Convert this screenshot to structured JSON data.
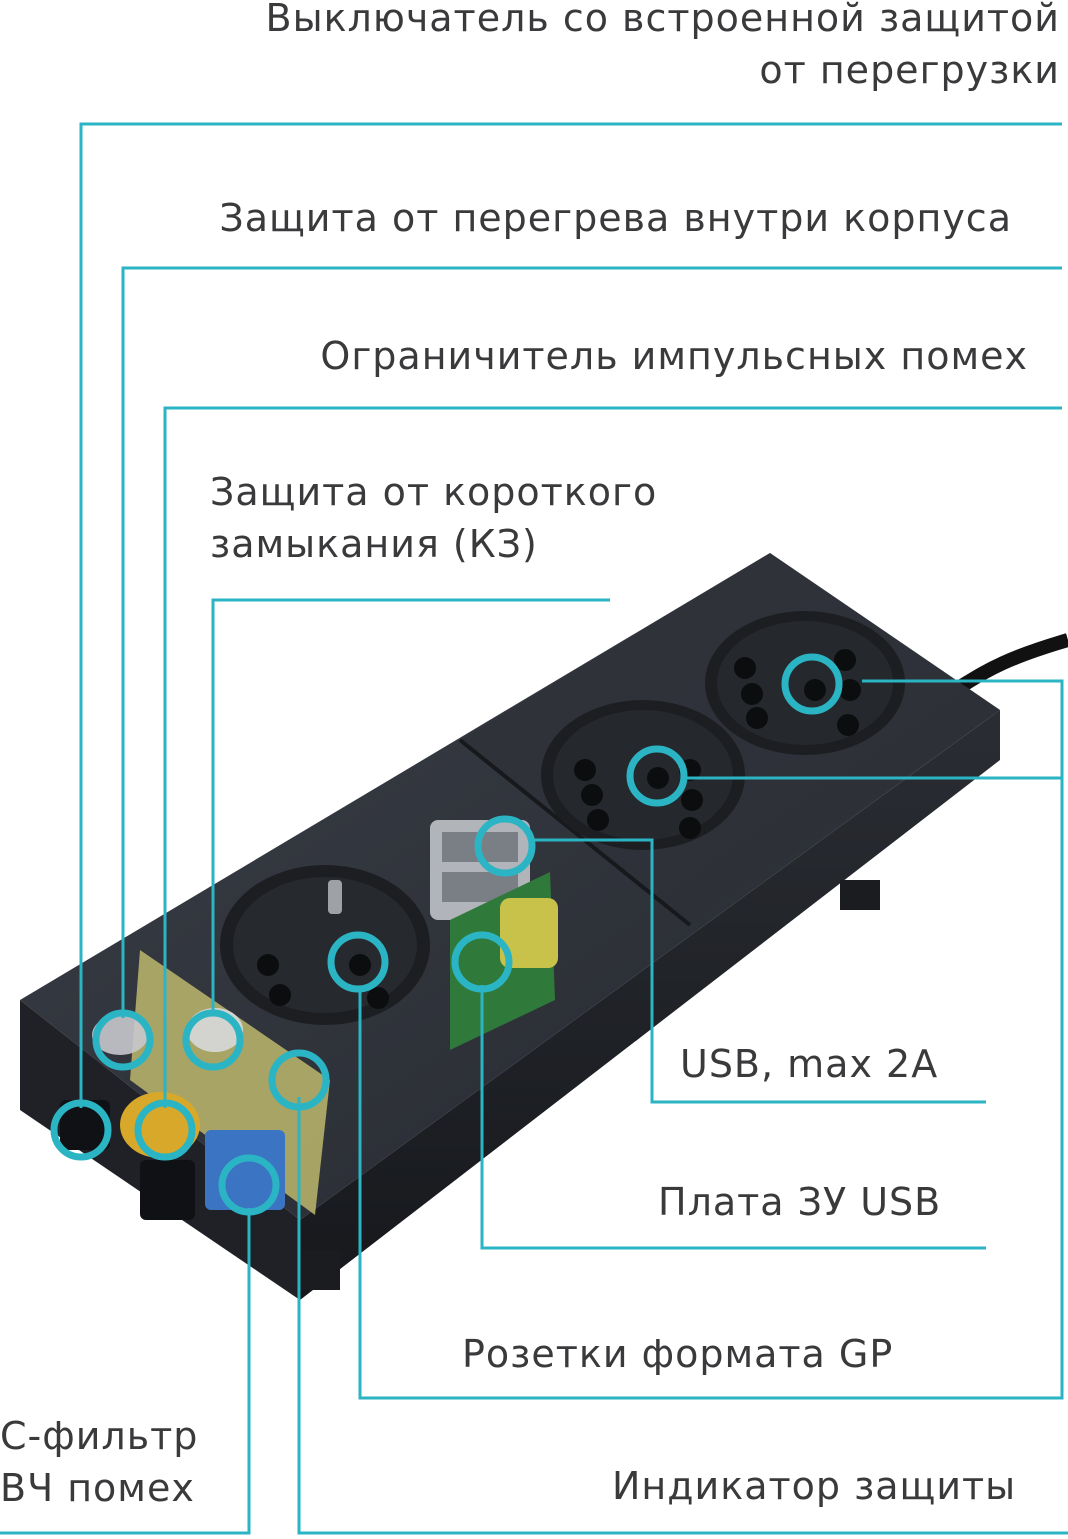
{
  "labels": {
    "overload_switch_line1": "Выключатель со встроенной защитой",
    "overload_switch_line2": "от перегрузки",
    "overheat": "Защита от перегрева внутри корпуса",
    "surge_limiter": "Ограничитель импульсных помех",
    "short_circuit_line1": "Защита от короткого",
    "short_circuit_line2": "замыкания (КЗ)",
    "usb": "USB, max 2A",
    "usb_board": "Плата ЗУ USB",
    "gp_sockets": "Розетки формата GP",
    "c_filter_line1": "С-фильтр",
    "c_filter_line2": "ВЧ помех",
    "protection_indicator": "Индикатор защиты"
  },
  "colors": {
    "callout": "#2bb5c4",
    "text": "#3a3a3c",
    "body": "#2c2f36",
    "socket": "#1c1e22"
  }
}
